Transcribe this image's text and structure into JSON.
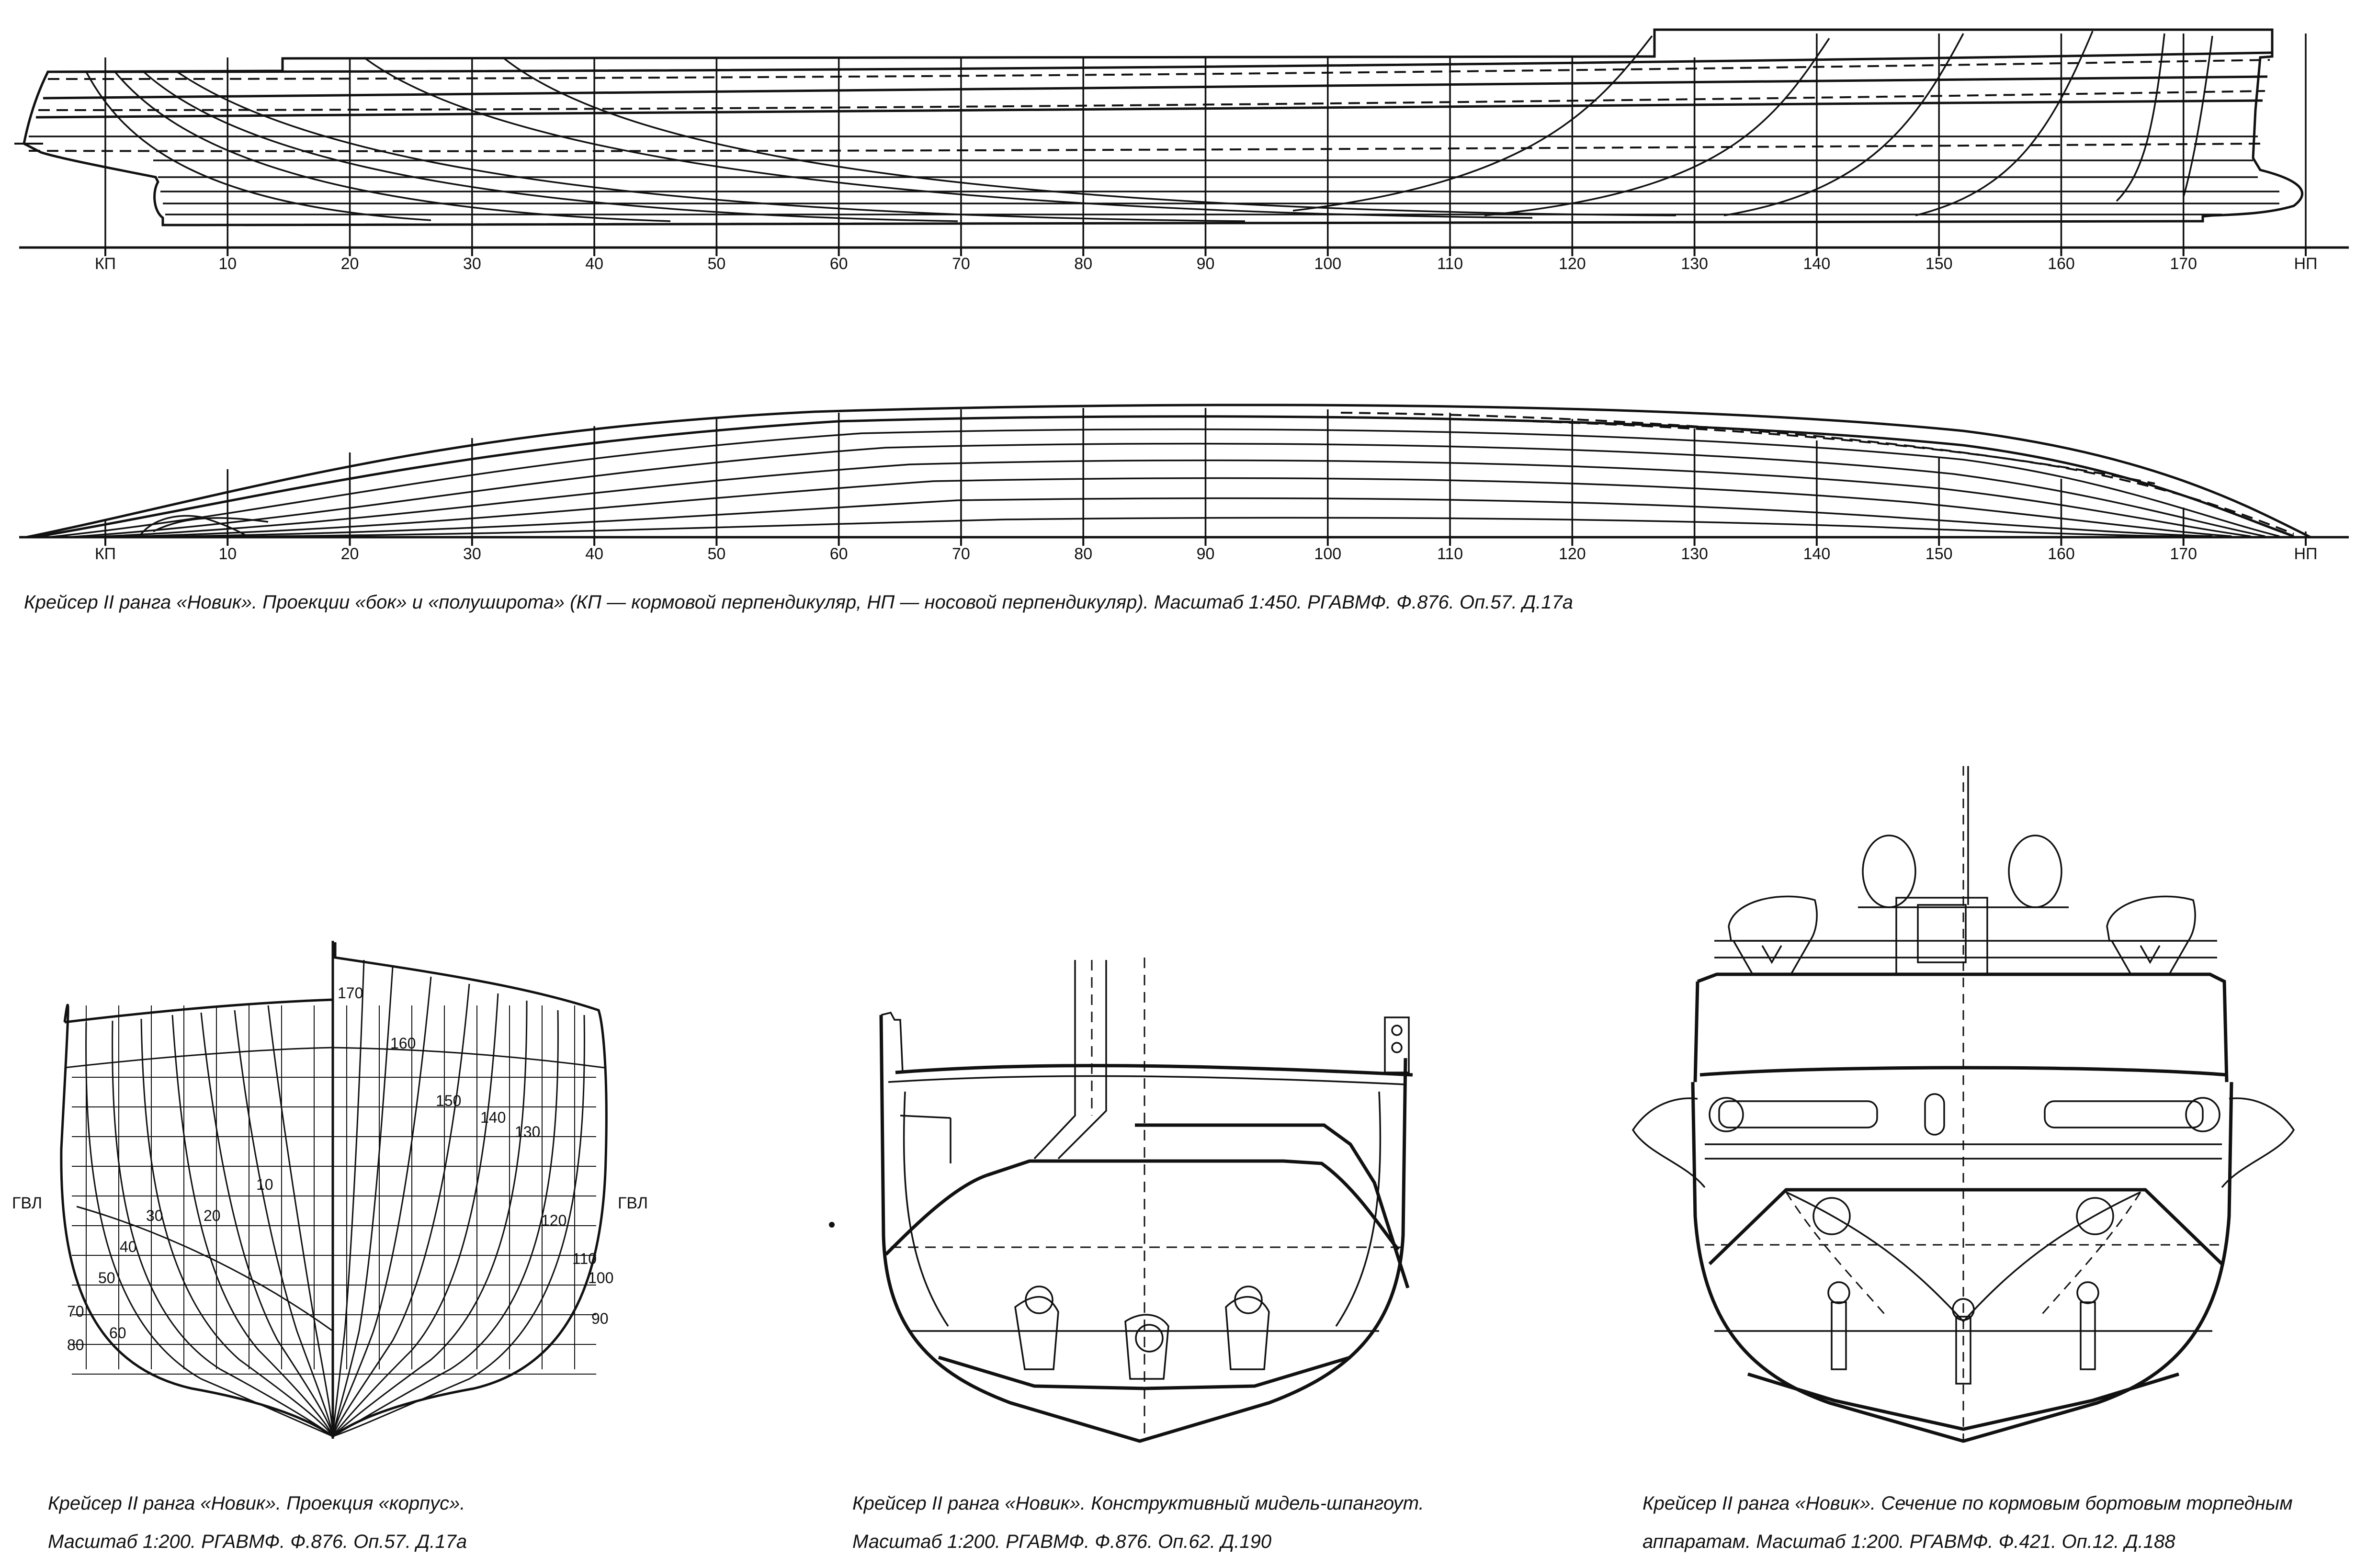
{
  "profile": {
    "station_labels": [
      "КП",
      "10",
      "20",
      "30",
      "40",
      "50",
      "60",
      "70",
      "80",
      "90",
      "100",
      "110",
      "120",
      "130",
      "140",
      "150",
      "160",
      "170",
      "НП"
    ]
  },
  "half_breadth": {
    "station_labels": [
      "КП",
      "10",
      "20",
      "30",
      "40",
      "50",
      "60",
      "70",
      "80",
      "90",
      "100",
      "110",
      "120",
      "130",
      "140",
      "150",
      "160",
      "170",
      "НП"
    ]
  },
  "body_plan": {
    "left_wl_label": "ГВЛ",
    "right_wl_label": "ГВЛ",
    "aft_frame_labels": [
      "10",
      "20",
      "30",
      "40",
      "50",
      "60",
      "70",
      "80"
    ],
    "fwd_frame_labels": [
      "170",
      "160",
      "150",
      "140",
      "130",
      "120",
      "110",
      "100",
      "90"
    ]
  },
  "captions": {
    "profile": "Крейсер II ранга «Новик». Проекции «бок» и «полуширота» (КП — кормовой перпендикуляр, НП — носовой перпендикуляр). Масштаб 1:450.  РГАВМФ. Ф.876. Оп.57. Д.17а",
    "body_plan_line1": "Крейсер II ранга «Новик». Проекция «корпус».",
    "body_plan_line2": "Масштаб 1:200. РГАВМФ. Ф.876. Оп.57. Д.17а",
    "midship_line1": "Крейсер II ранга «Новик». Конструктивный мидель-шпангоут.",
    "midship_line2": "Масштаб 1:200. РГАВМФ. Ф.876. Оп.62. Д.190",
    "torpedo_line1": "Крейсер II ранга «Новик». Сечение по кормовым бортовым торпедным",
    "torpedo_line2": "аппаратам. Масштаб 1:200. РГАВМФ. Ф.421. Оп.12. Д.188"
  }
}
